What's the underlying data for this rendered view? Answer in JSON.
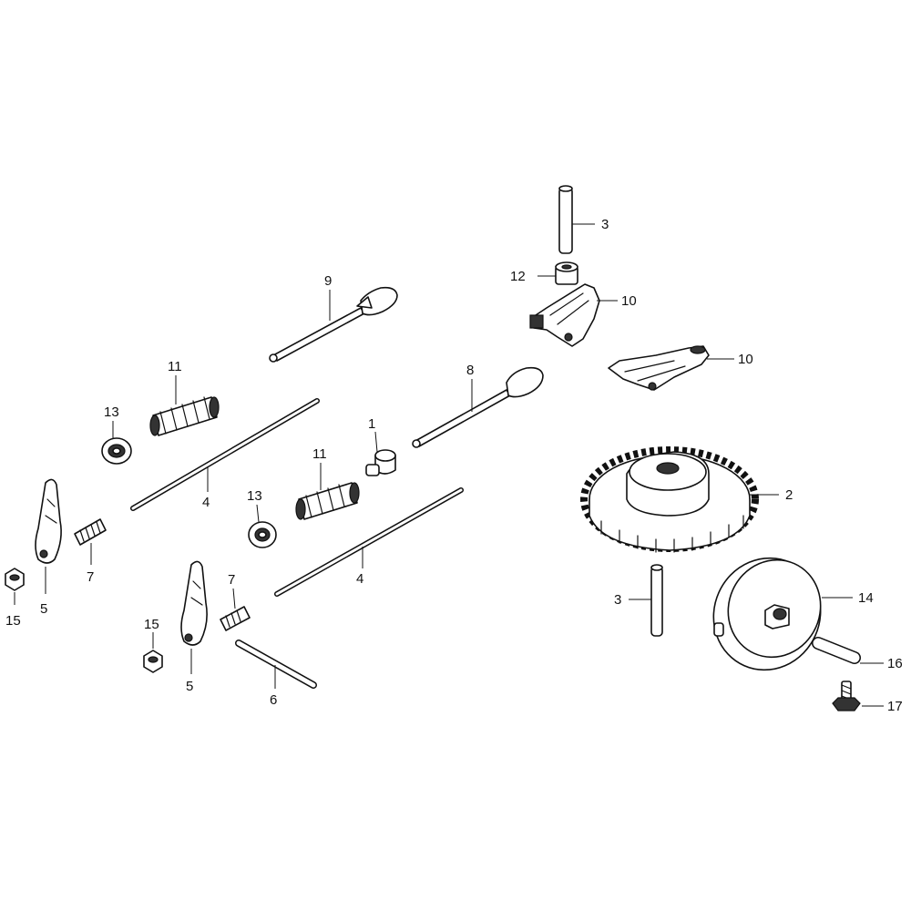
{
  "diagram": {
    "background": "#ffffff",
    "line_color": "#111111",
    "callouts": {
      "n1": "1",
      "n2": "2",
      "n3a": "3",
      "n3b": "3",
      "n4a": "4",
      "n4b": "4",
      "n5a": "5",
      "n5b": "5",
      "n6": "6",
      "n7a": "7",
      "n7b": "7",
      "n8": "8",
      "n9": "9",
      "n10a": "10",
      "n10b": "10",
      "n11a": "11",
      "n11b": "11",
      "n12": "12",
      "n13a": "13",
      "n13b": "13",
      "n14": "14",
      "n15a": "15",
      "n15b": "15",
      "n16": "16",
      "n17": "17"
    }
  }
}
